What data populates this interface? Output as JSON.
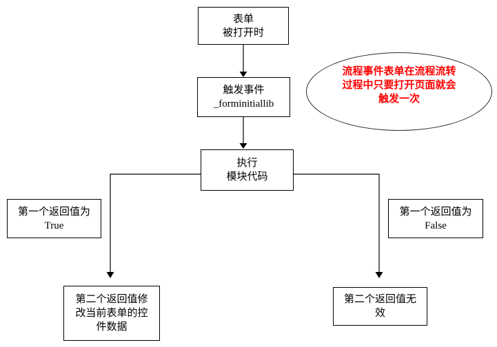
{
  "flowchart": {
    "form_open": "表单\n被打开时",
    "trigger_event": "触发事件\n_forminitiallib",
    "execute": "执行\n模块代码",
    "branch_true": "第一个返回值为\nTrue",
    "branch_false": "第一个返回值为\nFalse",
    "result_modify": "第二个返回值修\n改当前表单的控\n件数据",
    "result_invalid": "第二个返回值无\n效"
  },
  "annotation": {
    "note": "流程事件表单在流程流转\n过程中只要打开页面就会\n触发一次",
    "color": "#ff0000"
  },
  "style": {
    "line_color": "#000000",
    "border_color": "#000000",
    "background": "#ffffff",
    "text_color": "#000000"
  }
}
